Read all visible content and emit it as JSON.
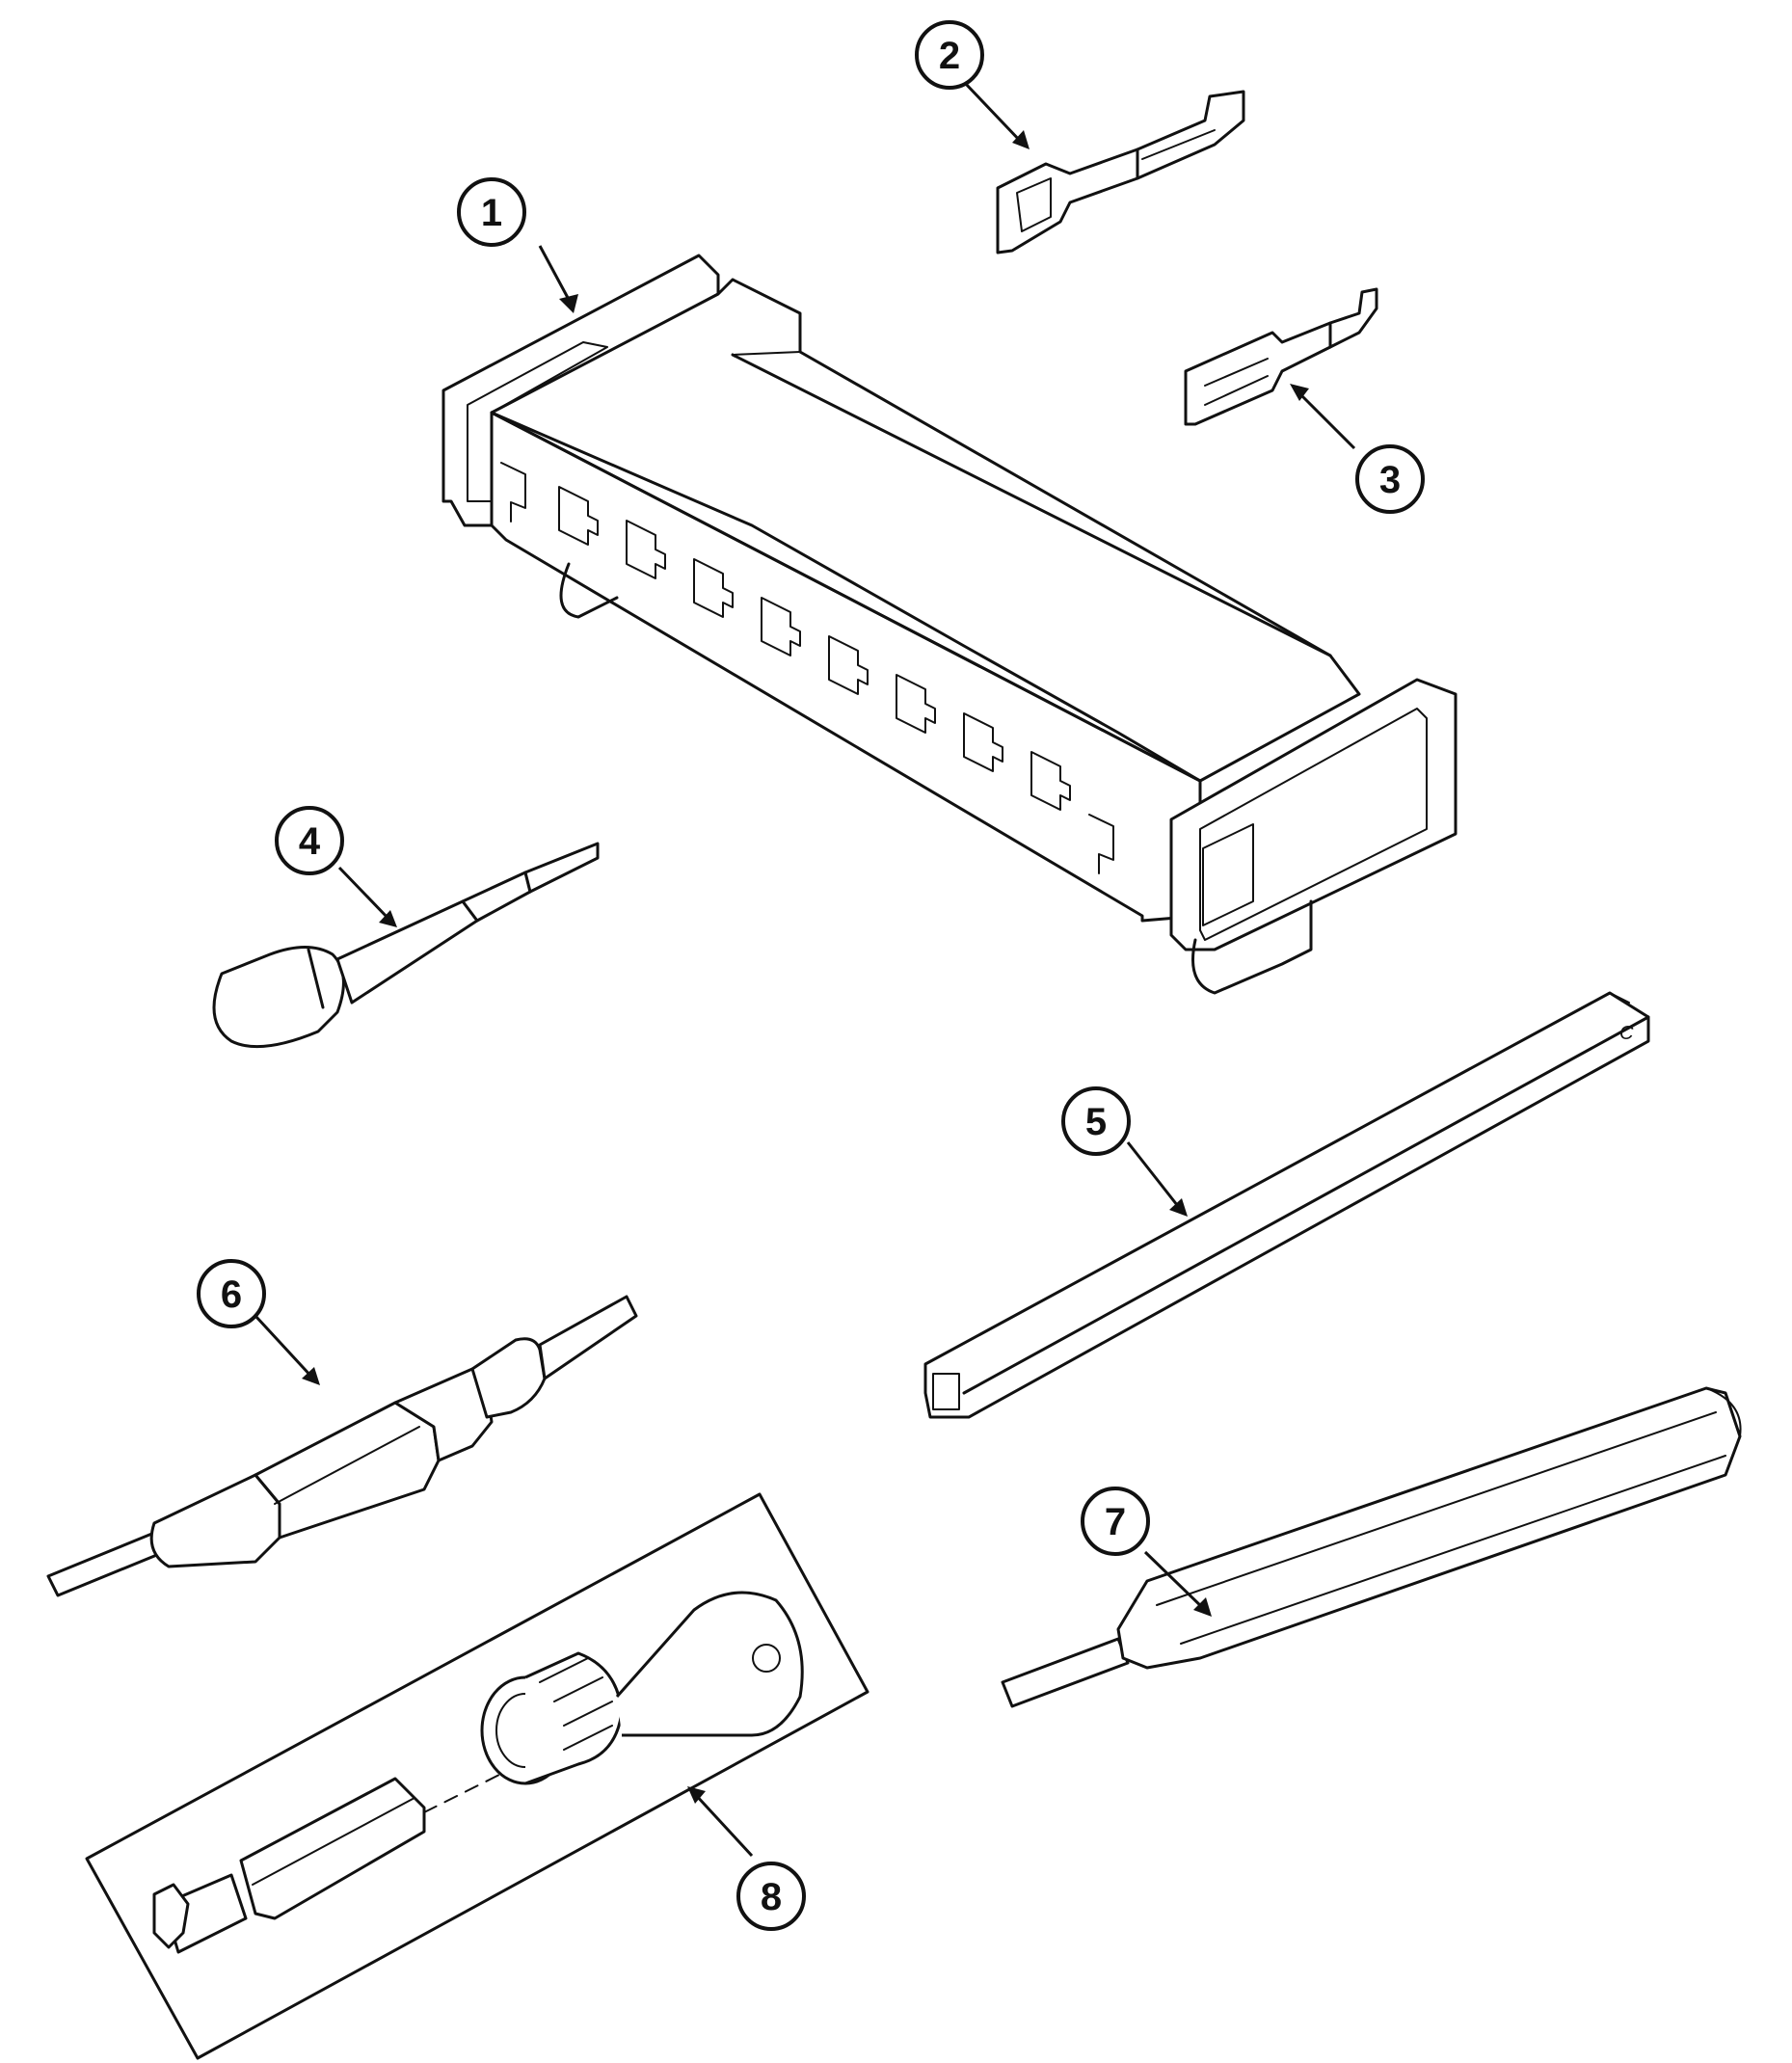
{
  "callouts": [
    {
      "id": "1",
      "label": "1",
      "part": "connector-housing"
    },
    {
      "id": "2",
      "label": "2",
      "part": "large-terminal"
    },
    {
      "id": "3",
      "label": "3",
      "part": "small-terminal"
    },
    {
      "id": "4",
      "label": "4",
      "part": "terminal-removal-tool"
    },
    {
      "id": "5",
      "label": "5",
      "part": "square-bar"
    },
    {
      "id": "6",
      "label": "6",
      "part": "pin-insertion-tool"
    },
    {
      "id": "7",
      "label": "7",
      "part": "hex-tool"
    },
    {
      "id": "8",
      "label": "8",
      "part": "torx-bit-socket-set"
    }
  ],
  "bar_marking": "C"
}
